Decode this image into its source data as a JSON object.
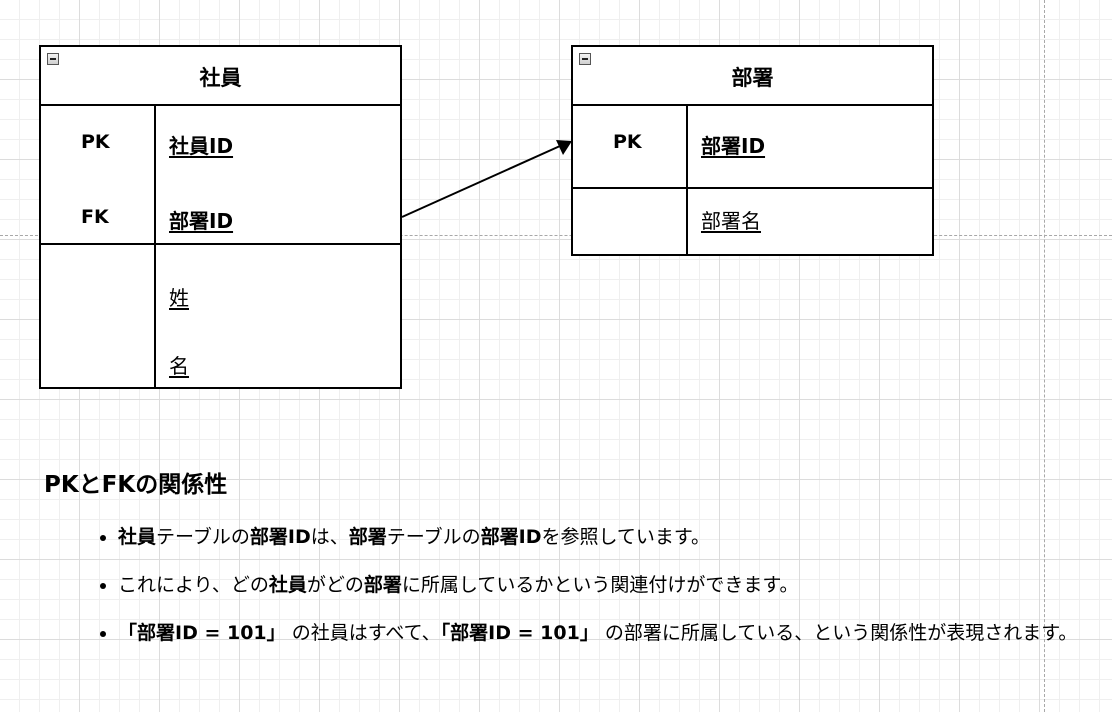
{
  "entities": {
    "employee": {
      "title": "社員",
      "key_rows": [
        {
          "key": "PK",
          "field": "社員ID"
        },
        {
          "key": "FK",
          "field": "部署ID"
        }
      ],
      "attributes": [
        "姓",
        "名"
      ]
    },
    "department": {
      "title": "部署",
      "key_rows": [
        {
          "key": "PK",
          "field": "部署ID"
        }
      ],
      "attributes": [
        "部署名"
      ]
    }
  },
  "notes": {
    "title": "PKとFKの関係性",
    "bullets": [
      [
        {
          "text": "社員",
          "bold": true
        },
        {
          "text": "テーブルの"
        },
        {
          "text": "部署ID",
          "bold": true
        },
        {
          "text": "は、"
        },
        {
          "text": "部署",
          "bold": true
        },
        {
          "text": "テーブルの"
        },
        {
          "text": "部署ID",
          "bold": true
        },
        {
          "text": "を参照しています。"
        }
      ],
      [
        {
          "text": "これにより、どの"
        },
        {
          "text": "社員",
          "bold": true
        },
        {
          "text": "がどの"
        },
        {
          "text": "部署",
          "bold": true
        },
        {
          "text": "に所属しているかという関連付けができます。"
        }
      ],
      [
        {
          "text": "「部署ID = 101」",
          "bold": true
        },
        {
          "text": " の社員はすべて、"
        },
        {
          "text": "「部署ID = 101」",
          "bold": true
        },
        {
          "text": " の部署に所属している、という関係性が表現されます。"
        }
      ]
    ]
  }
}
